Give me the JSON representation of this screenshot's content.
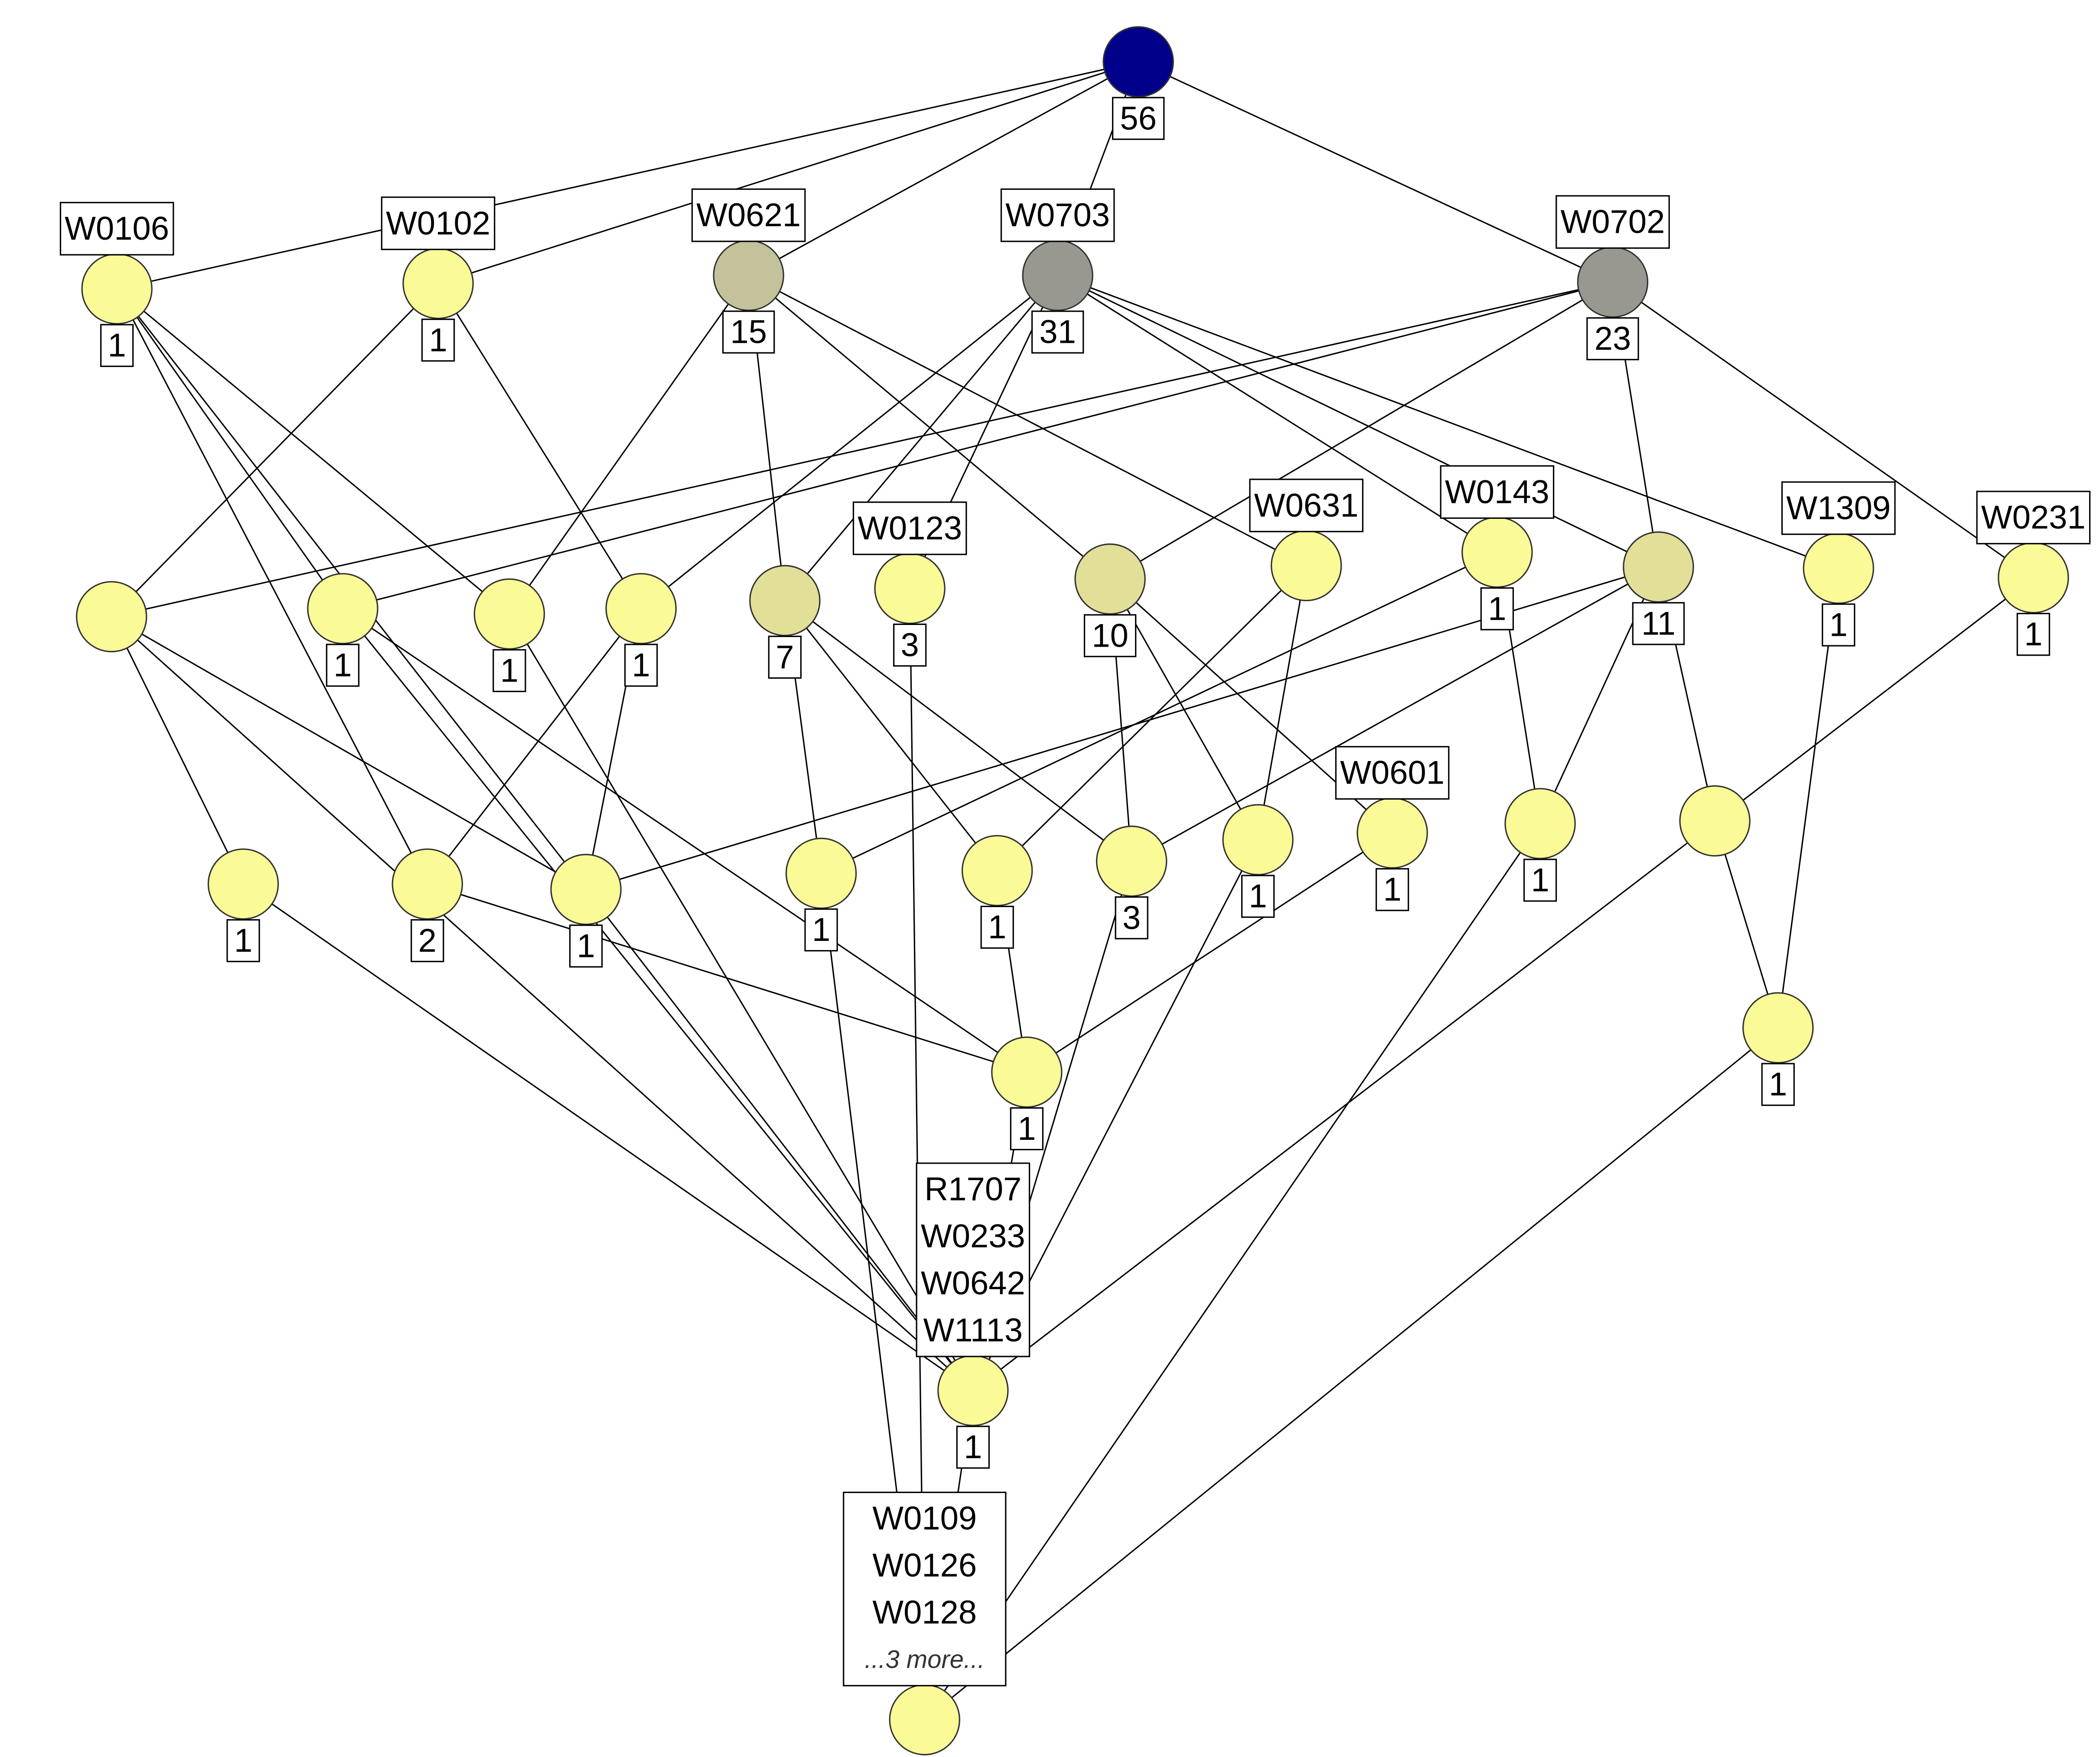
{
  "diagram": {
    "type": "concept-lattice",
    "colors": {
      "top": "#00008b",
      "dark": "#989891",
      "mid": "#c4c29a",
      "light": "#e2df98",
      "leaf": "#fafa96"
    },
    "nodes": [
      {
        "id": "top",
        "color": "top",
        "count": "56",
        "attrs": []
      },
      {
        "id": "w0106",
        "color": "leaf",
        "count": "1",
        "attrs": [
          "W0106"
        ]
      },
      {
        "id": "w0102",
        "color": "leaf",
        "count": "1",
        "attrs": [
          "W0102"
        ]
      },
      {
        "id": "w0621",
        "color": "mid",
        "count": "15",
        "attrs": [
          "W0621"
        ]
      },
      {
        "id": "w0703",
        "color": "dark",
        "count": "31",
        "attrs": [
          "W0703"
        ]
      },
      {
        "id": "w0702",
        "color": "dark",
        "count": "23",
        "attrs": [
          "W0702"
        ]
      },
      {
        "id": "m1",
        "color": "leaf",
        "count": "",
        "attrs": []
      },
      {
        "id": "m2",
        "color": "leaf",
        "count": "1",
        "attrs": []
      },
      {
        "id": "m3",
        "color": "leaf",
        "count": "1",
        "attrs": []
      },
      {
        "id": "m4",
        "color": "leaf",
        "count": "1",
        "attrs": []
      },
      {
        "id": "m5",
        "color": "light",
        "count": "7",
        "attrs": []
      },
      {
        "id": "w0123",
        "color": "leaf",
        "count": "3",
        "attrs": [
          "W0123"
        ]
      },
      {
        "id": "m7",
        "color": "light",
        "count": "10",
        "attrs": []
      },
      {
        "id": "w0631",
        "color": "leaf",
        "count": "",
        "attrs": [
          "W0631"
        ]
      },
      {
        "id": "w0143",
        "color": "leaf",
        "count": "1",
        "attrs": [
          "W0143"
        ]
      },
      {
        "id": "m10",
        "color": "light",
        "count": "11",
        "attrs": []
      },
      {
        "id": "w1309",
        "color": "leaf",
        "count": "1",
        "attrs": [
          "W1309"
        ]
      },
      {
        "id": "w0231",
        "color": "leaf",
        "count": "1",
        "attrs": [
          "W0231"
        ]
      },
      {
        "id": "r1",
        "color": "leaf",
        "count": "1",
        "attrs": []
      },
      {
        "id": "r2",
        "color": "leaf",
        "count": "2",
        "attrs": []
      },
      {
        "id": "r3",
        "color": "leaf",
        "count": "1",
        "attrs": []
      },
      {
        "id": "r4",
        "color": "leaf",
        "count": "1",
        "attrs": []
      },
      {
        "id": "r5",
        "color": "leaf",
        "count": "1",
        "attrs": []
      },
      {
        "id": "r6",
        "color": "leaf",
        "count": "3",
        "attrs": []
      },
      {
        "id": "r7",
        "color": "leaf",
        "count": "1",
        "attrs": []
      },
      {
        "id": "w0601",
        "color": "leaf",
        "count": "1",
        "attrs": [
          "W0601"
        ]
      },
      {
        "id": "r9",
        "color": "leaf",
        "count": "1",
        "attrs": []
      },
      {
        "id": "r10",
        "color": "leaf",
        "count": "",
        "attrs": []
      },
      {
        "id": "s1",
        "color": "leaf",
        "count": "1",
        "attrs": []
      },
      {
        "id": "s2",
        "color": "leaf",
        "count": "1",
        "attrs": []
      },
      {
        "id": "grp1",
        "color": "leaf",
        "count": "1",
        "attrs": [
          "R1707",
          "W0233",
          "W0642",
          "W1113"
        ]
      },
      {
        "id": "bottom",
        "color": "leaf",
        "count": "",
        "attrs": [
          "W0109",
          "W0126",
          "W0128"
        ],
        "more": "...3 more..."
      }
    ],
    "edges": [
      [
        "top",
        "w0106"
      ],
      [
        "top",
        "w0102"
      ],
      [
        "top",
        "w0621"
      ],
      [
        "top",
        "w0703"
      ],
      [
        "top",
        "w0702"
      ],
      [
        "w0106",
        "m2"
      ],
      [
        "w0106",
        "m3"
      ],
      [
        "w0106",
        "r2"
      ],
      [
        "w0106",
        "r3"
      ],
      [
        "w0102",
        "m1"
      ],
      [
        "w0102",
        "m4"
      ],
      [
        "w0621",
        "m3"
      ],
      [
        "w0621",
        "m5"
      ],
      [
        "w0621",
        "m7"
      ],
      [
        "w0621",
        "w0631"
      ],
      [
        "w0703",
        "m5"
      ],
      [
        "w0703",
        "w0123"
      ],
      [
        "w0703",
        "w0143"
      ],
      [
        "w0703",
        "m10"
      ],
      [
        "w0703",
        "w1309"
      ],
      [
        "w0703",
        "m4"
      ],
      [
        "w0702",
        "m1"
      ],
      [
        "w0702",
        "m2"
      ],
      [
        "w0702",
        "m7"
      ],
      [
        "w0702",
        "m10"
      ],
      [
        "w0702",
        "w0231"
      ],
      [
        "m1",
        "r1"
      ],
      [
        "m1",
        "r3"
      ],
      [
        "m2",
        "s1"
      ],
      [
        "m3",
        "grp1"
      ],
      [
        "m4",
        "r2"
      ],
      [
        "m4",
        "r3"
      ],
      [
        "m5",
        "r4"
      ],
      [
        "m5",
        "r5"
      ],
      [
        "m5",
        "r6"
      ],
      [
        "w0123",
        "bottom"
      ],
      [
        "m7",
        "r6"
      ],
      [
        "m7",
        "r7"
      ],
      [
        "m7",
        "w0601"
      ],
      [
        "w0631",
        "r5"
      ],
      [
        "w0631",
        "r7"
      ],
      [
        "w0143",
        "r4"
      ],
      [
        "w0143",
        "r9"
      ],
      [
        "m10",
        "r9"
      ],
      [
        "m10",
        "r10"
      ],
      [
        "m10",
        "r6"
      ],
      [
        "m10",
        "r3"
      ],
      [
        "w1309",
        "s2"
      ],
      [
        "w0231",
        "grp1"
      ],
      [
        "r1",
        "grp1"
      ],
      [
        "r2",
        "s1"
      ],
      [
        "r3",
        "grp1"
      ],
      [
        "r4",
        "bottom"
      ],
      [
        "r5",
        "s1"
      ],
      [
        "r6",
        "grp1"
      ],
      [
        "r7",
        "grp1"
      ],
      [
        "w0601",
        "s1"
      ],
      [
        "r9",
        "bottom"
      ],
      [
        "r10",
        "s2"
      ],
      [
        "s1",
        "grp1"
      ],
      [
        "s2",
        "bottom"
      ],
      [
        "grp1",
        "bottom"
      ],
      [
        "m2",
        "grp1"
      ],
      [
        "m1",
        "grp1"
      ]
    ]
  }
}
